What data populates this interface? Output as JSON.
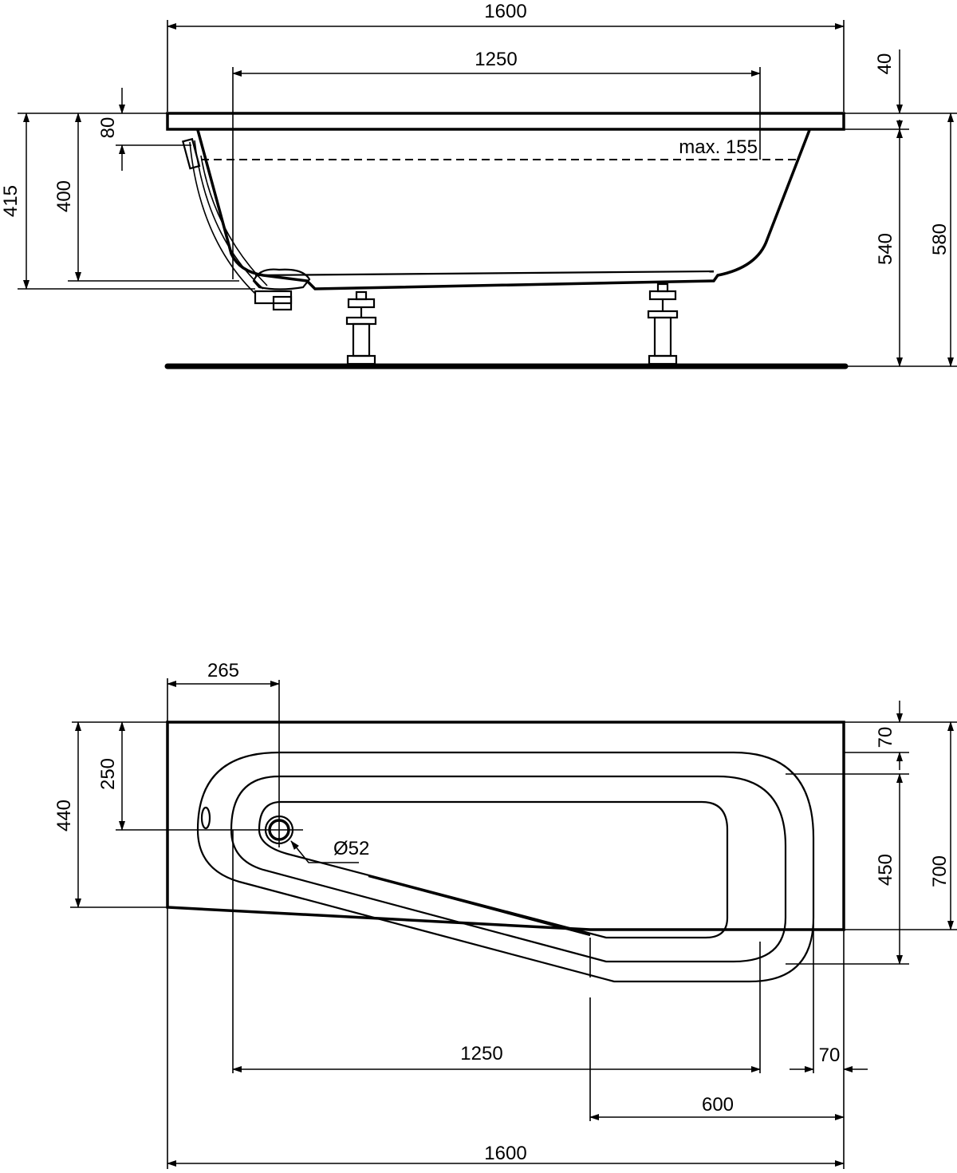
{
  "side_view": {
    "dims": {
      "overall_length": "1600",
      "inner_length": "1250",
      "rim_height": "40",
      "overflow_depth": "80",
      "max_water_label": "max. 155",
      "height_415": "415",
      "height_400": "400",
      "height_540": "540",
      "height_580": "580"
    }
  },
  "plan_view": {
    "dims": {
      "drain_offset_x": "265",
      "drain_offset_y": "250",
      "left_edge": "440",
      "drain_diameter": "Ø52",
      "rim_top": "70",
      "inner_width": "450",
      "overall_width": "700",
      "inner_length": "1250",
      "rim_right": "70",
      "short_side": "600",
      "overall_length": "1600"
    }
  }
}
